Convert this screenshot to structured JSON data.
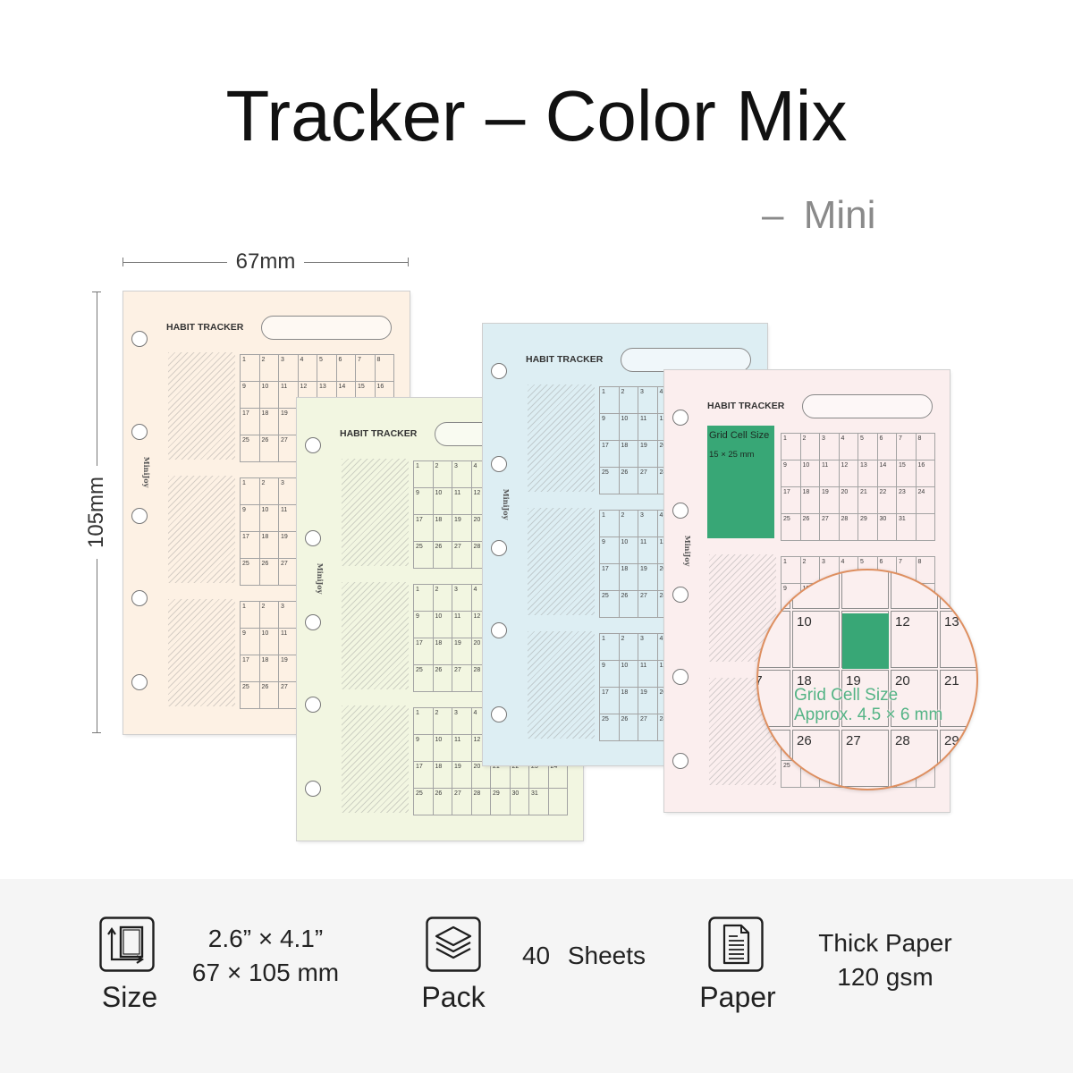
{
  "title": "Tracker – Color Mix",
  "subtitle": "– Mini",
  "dimensions": {
    "width_label": "67mm",
    "height_label": "105mm"
  },
  "sheets": [
    {
      "color": "#fdf1e4",
      "heading": "HABIT TRACKER",
      "brand": "MiniJoy"
    },
    {
      "color": "#f2f6e1",
      "heading": "HABIT TRACKER",
      "brand": "MiniJoy"
    },
    {
      "color": "#ddeef3",
      "heading": "HABIT TRACKER",
      "brand": "MiniJoy"
    },
    {
      "color": "#fbeeee",
      "heading": "HABIT TRACKER",
      "brand": "MiniJoy"
    }
  ],
  "tracker_grid": {
    "rows": [
      [
        "1",
        "2",
        "3",
        "4",
        "5",
        "6",
        "7",
        "8"
      ],
      [
        "9",
        "10",
        "11",
        "12",
        "13",
        "14",
        "15",
        "16"
      ],
      [
        "17",
        "18",
        "19",
        "20",
        "21",
        "22",
        "23",
        "24"
      ],
      [
        "25",
        "26",
        "27",
        "28",
        "29",
        "30",
        "31",
        ""
      ]
    ]
  },
  "sample_cell": {
    "label": "Grid Cell Size",
    "size": "15 × 25 mm",
    "color": "#38a776"
  },
  "magnifier": {
    "label": "Grid Cell Size",
    "size": "Approx. 4.5 × 6 mm",
    "text_color": "#55b486",
    "ring_color": "#de8f60",
    "highlight_color": "#38a776"
  },
  "specs": [
    {
      "label": "Size",
      "icon": "resize-page-icon",
      "lines": [
        "2.6” × 4.1”",
        "67 × 105 mm"
      ]
    },
    {
      "label": "Pack",
      "icon": "layers-icon",
      "lines": [
        "40 Sheets"
      ]
    },
    {
      "label": "Paper",
      "icon": "document-icon",
      "lines": [
        "Thick Paper",
        "120 gsm"
      ]
    }
  ]
}
